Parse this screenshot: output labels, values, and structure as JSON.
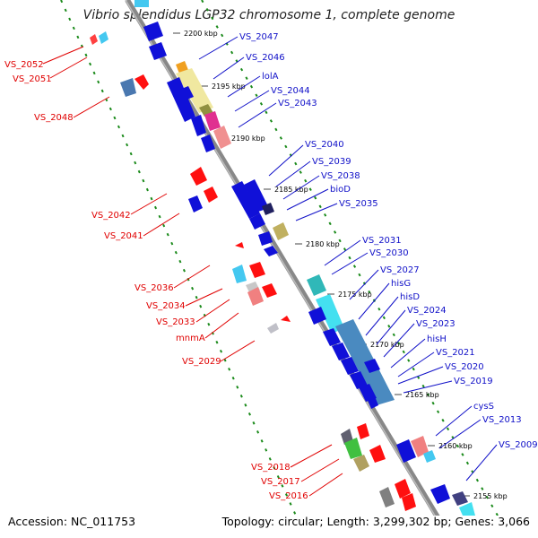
{
  "title": "Vibrio splendidus LGP32 chromosome 1, complete genome",
  "footer": {
    "accession": "Accession: NC_011753",
    "topology": "Topology: circular; Length: 3,299,302 bp; Genes: 3,066"
  },
  "colors": {
    "backbone": "#777777",
    "track_dots": "#1a8a1a",
    "forward_gene": "#1010d8",
    "reverse_gene": "#ff1010",
    "label_forward": "#1010c8",
    "label_reverse": "#e00000"
  },
  "ticks": [
    "2200 kbp",
    "2195 kbp",
    "2190 kbp",
    "2185 kbp",
    "2180 kbp",
    "2175 kbp",
    "2170 kbp",
    "2165 kbp",
    "2160 kbp",
    "2155 kbp"
  ],
  "labels_reverse": [
    "VS_2052",
    "VS_2051",
    "VS_2048",
    "VS_2042",
    "VS_2041",
    "VS_2036",
    "VS_2034",
    "VS_2033",
    "mnmA",
    "VS_2029",
    "VS_2018",
    "VS_2017",
    "VS_2016"
  ],
  "labels_forward": [
    "VS_2047",
    "VS_2046",
    "lolA",
    "VS_2044",
    "VS_2043",
    "VS_2040",
    "VS_2039",
    "VS_2038",
    "bioD",
    "VS_2035",
    "VS_2031",
    "VS_2030",
    "VS_2027",
    "hisG",
    "hisD",
    "VS_2024",
    "VS_2023",
    "hisH",
    "VS_2021",
    "VS_2020",
    "VS_2019",
    "cysS",
    "VS_2013",
    "VS_2009"
  ]
}
